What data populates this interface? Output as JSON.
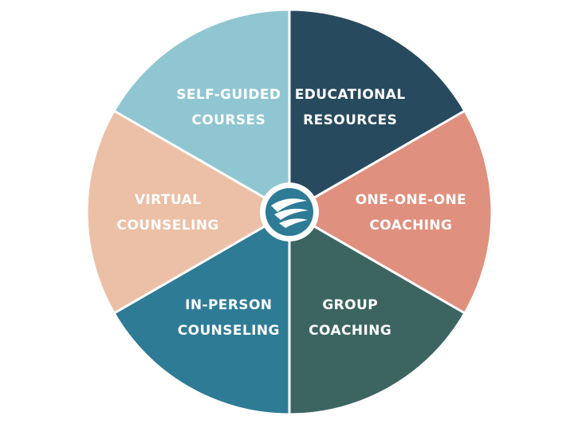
{
  "diagram": {
    "segments": [
      {
        "lines": [
          "EDUCATIONAL",
          "RESOURCES"
        ],
        "color": "#284a5e",
        "text_color": "#ffffff"
      },
      {
        "lines": [
          "ONE-ONE-ONE",
          "COACHING"
        ],
        "color": "#e0907e",
        "text_color": "#ffffff"
      },
      {
        "lines": [
          "GROUP",
          "COACHING"
        ],
        "color": "#3c6561",
        "text_color": "#ffffff"
      },
      {
        "lines": [
          "IN-PERSON",
          "COUNSELING"
        ],
        "color": "#2e7b96",
        "text_color": "#ffffff"
      },
      {
        "lines": [
          "VIRTUAL",
          "COUNSELING"
        ],
        "color": "#ecc0a6",
        "text_color": "#ffffff"
      },
      {
        "lines": [
          "SELF-GUIDED",
          "COURSES"
        ],
        "color": "#8fc6d1",
        "text_color": "#ffffff"
      }
    ],
    "center_icon": "wing-logo-icon",
    "center_colors": {
      "ring": "#ffffff",
      "fill": "#2e7b96",
      "stripes": "#ffffff"
    }
  }
}
